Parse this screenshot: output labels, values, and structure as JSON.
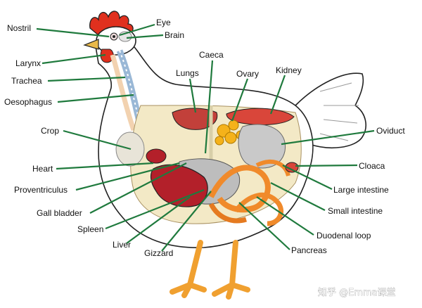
{
  "colors": {
    "leader": "#1f7a3d",
    "comb": "#e0301e",
    "body_fill": "#ffffff",
    "cavity": "#f3e9c6",
    "liver": "#b3202a",
    "intestine": "#f08a2b",
    "legs": "#f0a030",
    "ovary": "#f5b21a",
    "kidney": "#d9463a",
    "lungs": "#c2403a",
    "gizzard_grey": "#c9c9c9"
  },
  "labels": {
    "nostril": "Nostril",
    "eye": "Eye",
    "brain": "Brain",
    "larynx": "Larynx",
    "trachea": "Trachea",
    "oesophagus": "Oesophagus",
    "crop": "Crop",
    "heart": "Heart",
    "proventriculus": "Proventriculus",
    "gall_bladder": "Gall bladder",
    "spleen": "Spleen",
    "liver": "Liver",
    "gizzard": "Gizzard",
    "lungs": "Lungs",
    "caeca": "Caeca",
    "ovary": "Ovary",
    "kidney": "Kidney",
    "oviduct": "Oviduct",
    "cloaca": "Cloaca",
    "large_intestine": "Large intestine",
    "small_intestine": "Small intestine",
    "duodenal_loop": "Duodenal loop",
    "pancreas": "Pancreas"
  },
  "watermark": "知乎 @Emma课堂"
}
